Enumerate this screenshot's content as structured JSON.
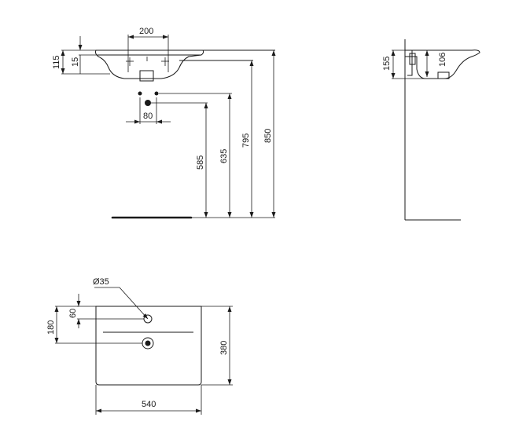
{
  "front_view": {
    "width_between_taps": "200",
    "rim_height": "115",
    "rim_thickness": "15",
    "waste_spacing": "80",
    "waste_height_low": "585",
    "waste_height_high": "635",
    "basin_bottom_height": "795",
    "rim_top_height": "850"
  },
  "side_view": {
    "depth_overall": "155",
    "bowl_depth": "106"
  },
  "plan_view": {
    "tap_hole_diameter": "Ø35",
    "tap_hole_offset": "60",
    "drain_offset": "180",
    "depth": "380",
    "width": "540"
  }
}
